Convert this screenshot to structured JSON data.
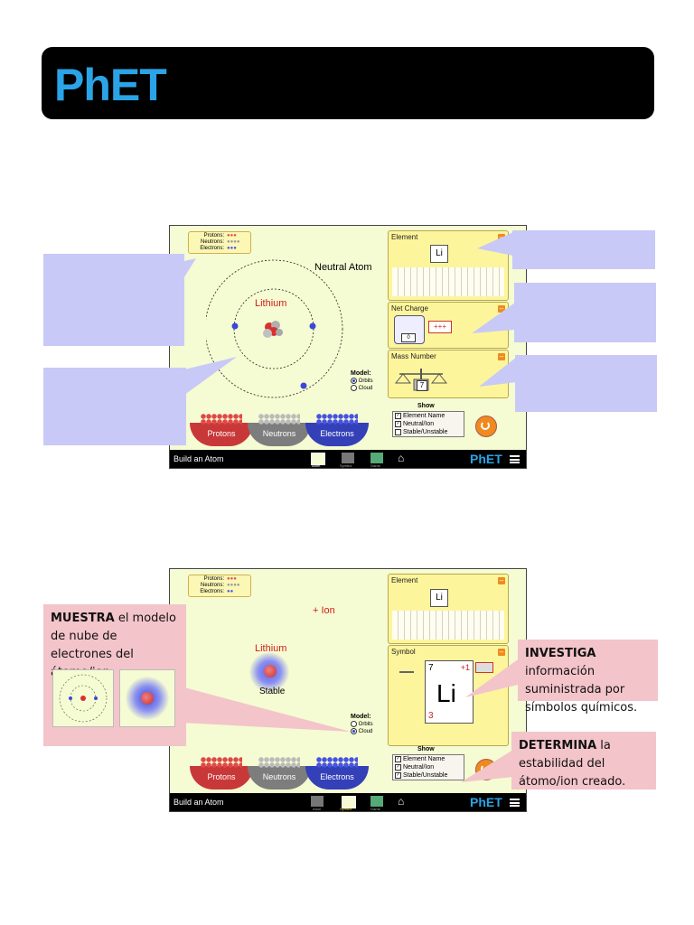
{
  "brand": {
    "logo_text": "PhET"
  },
  "sim1": {
    "counts": {
      "protons_label": "Protons:",
      "neutrons_label": "Neutrons:",
      "electrons_label": "Electrons:"
    },
    "charge_label": "Neutral Atom",
    "element_name": "Lithium",
    "model": {
      "title": "Model:",
      "options": [
        "Orbits",
        "Cloud"
      ],
      "selected": "Orbits"
    },
    "panels": {
      "element": {
        "title": "Element",
        "symbol": "Li"
      },
      "net_charge": {
        "title": "Net Charge",
        "value": "0"
      },
      "mass_number": {
        "title": "Mass Number",
        "value": "7"
      }
    },
    "show": {
      "title": "Show",
      "items": [
        {
          "label": "Element Name",
          "checked": true
        },
        {
          "label": "Neutral/Ion",
          "checked": true
        },
        {
          "label": "Stable/Unstable",
          "checked": false
        }
      ]
    },
    "buckets": [
      "Protons",
      "Neutrons",
      "Electrons"
    ],
    "navbar": {
      "title": "Build an Atom",
      "tabs": [
        "Atom",
        "Symbol",
        "Game"
      ],
      "logo": "PhET"
    }
  },
  "sim2": {
    "counts": {
      "protons_label": "Protons:",
      "neutrons_label": "Neutrons:",
      "electrons_label": "Electrons:"
    },
    "charge_label": "+ Ion",
    "element_name": "Lithium",
    "stability": "Stable",
    "model": {
      "title": "Model:",
      "options": [
        "Orbits",
        "Cloud"
      ],
      "selected": "Cloud"
    },
    "panels": {
      "element": {
        "title": "Element",
        "symbol": "Li"
      },
      "symbol": {
        "title": "Symbol",
        "mass": "7",
        "charge": "+1",
        "letters": "Li",
        "atomic_number": "3"
      }
    },
    "show": {
      "title": "Show",
      "items": [
        {
          "label": "Element Name",
          "checked": true
        },
        {
          "label": "Neutral/Ion",
          "checked": true
        },
        {
          "label": "Stable/Unstable",
          "checked": true
        }
      ]
    },
    "buckets": [
      "Protons",
      "Neutrons",
      "Electrons"
    ],
    "navbar": {
      "title": "Build an Atom",
      "tabs": [
        "Atom",
        "Symbol",
        "Game"
      ],
      "logo": "PhET"
    }
  },
  "callouts": {
    "muestra": {
      "bold": "MUESTRA",
      "rest": " el modelo de nube de electrones del átomo/ion."
    },
    "investiga": {
      "bold": "INVESTIGA",
      "rest": " información suministrada por símbolos químicos."
    },
    "determina": {
      "bold": "DETERMINA",
      "rest": " la estabilidad del átomo/ion creado."
    }
  },
  "colors": {
    "phet_blue": "#2aa4e6",
    "sim_bg": "#f5fbd2",
    "panel_yellow": "#fdf59c",
    "callout_blue": "#c8c9f7",
    "callout_pink": "#f3c4ca",
    "reset_orange": "#f08a1e"
  }
}
